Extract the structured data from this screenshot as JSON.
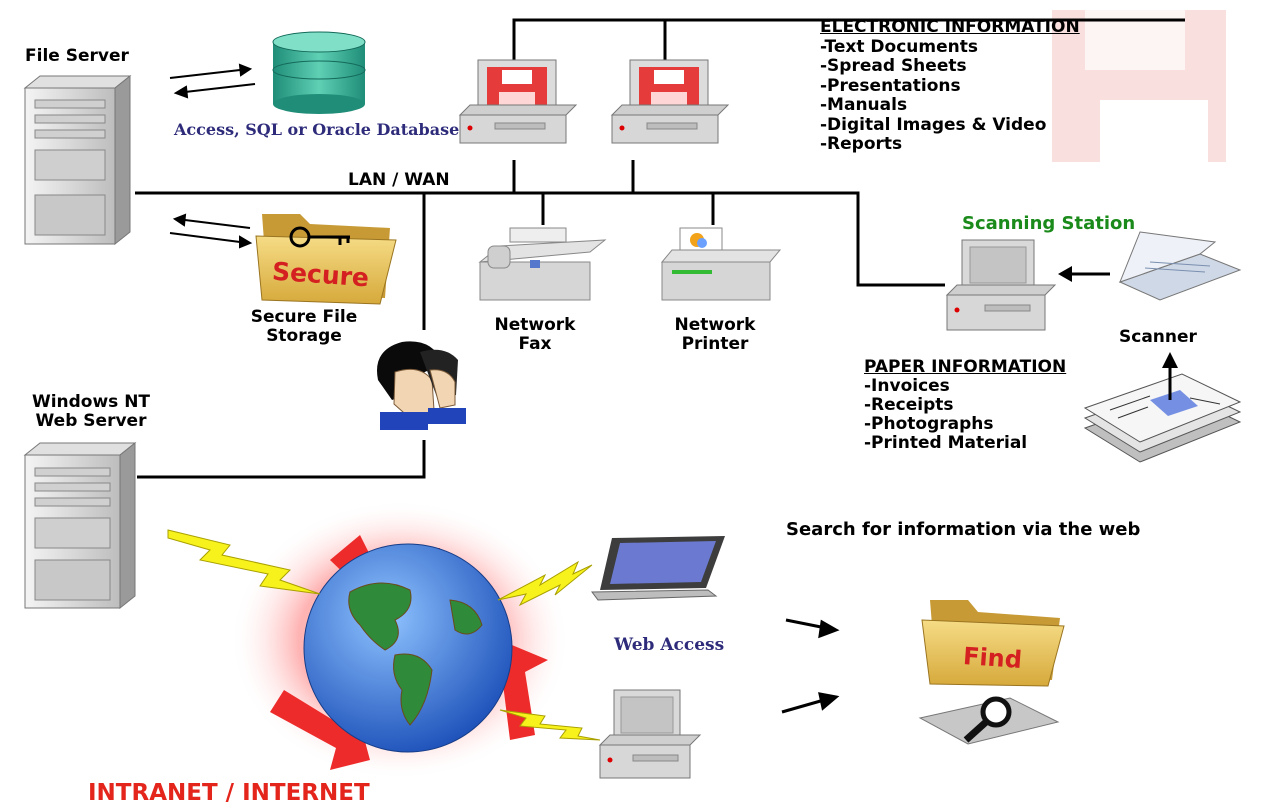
{
  "labels": {
    "file_server": "File Server",
    "database": "Access, SQL or Oracle Database",
    "lan_wan": "LAN / WAN",
    "secure_storage_line1": "Secure File",
    "secure_storage_line2": "Storage",
    "secure_folder_text": "Secure",
    "network_fax_line1": "Network",
    "network_fax_line2": "Fax",
    "network_printer_line1": "Network",
    "network_printer_line2": "Printer",
    "scanning_station": "Scanning Station",
    "scanner": "Scanner",
    "web_server_line1": "Windows NT",
    "web_server_line2": "Web Server",
    "web_access": "Web Access",
    "search_web": "Search for information via the web",
    "find_folder_text": "Find",
    "intranet": "INTRANET / INTERNET"
  },
  "electronic_info": {
    "header": "ELECTRONIC INFORMATION",
    "items": [
      "-Text Documents",
      "-Spread Sheets",
      "-Presentations",
      "-Manuals",
      "-Digital Images & Video",
      "-Reports"
    ]
  },
  "paper_info": {
    "header": "PAPER INFORMATION",
    "items": [
      "-Invoices",
      "-Receipts",
      "-Photographs",
      "-Printed Material"
    ]
  },
  "colors": {
    "accent_green": "#1a8a1a",
    "accent_red": "#e4251c",
    "label_blue": "#2e2c7a",
    "folder_yellow": "#e9c45a",
    "globe_blue": "#2a6fd6",
    "db_teal": "#2fae95"
  }
}
